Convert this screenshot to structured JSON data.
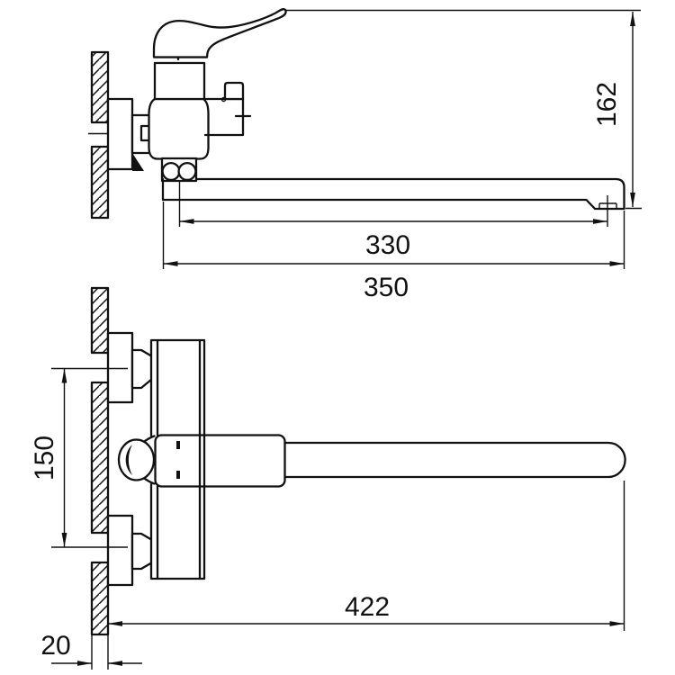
{
  "drawing": {
    "colors": {
      "line": "#111111",
      "background": "#ffffff"
    },
    "side_view": {
      "dim_height": "162",
      "dim_spout_center": "330",
      "dim_spout_overall": "350"
    },
    "plan_view": {
      "dim_inlet_spacing": "150",
      "dim_overall_length": "422",
      "dim_wall_thickness": "20"
    }
  }
}
